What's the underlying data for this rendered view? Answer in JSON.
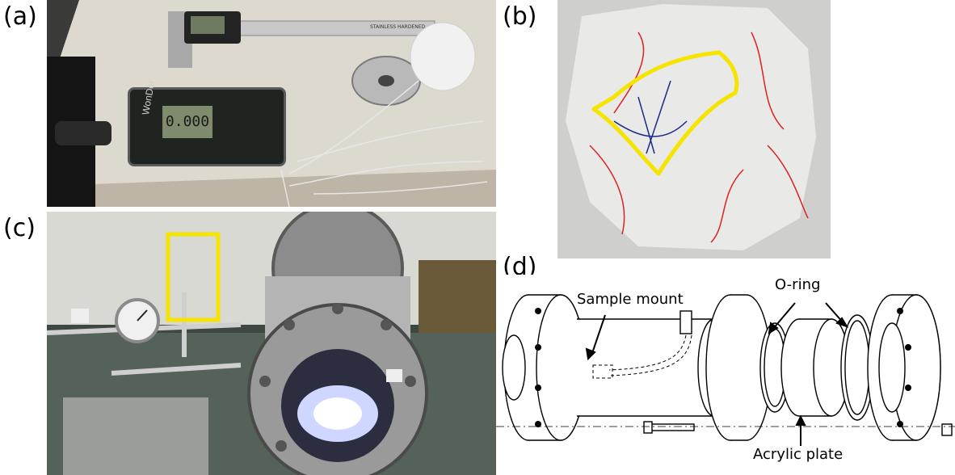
{
  "panels": {
    "a": {
      "label": "(a)",
      "caliper_text": "STAINLESS HARDENED",
      "scale_brand": "WonDer",
      "scale_display": "0.000"
    },
    "b": {
      "label": "(b)"
    },
    "c": {
      "label": "(c)"
    },
    "d": {
      "label": "(d)",
      "callouts": {
        "sample_mount": "Sample mount",
        "o_ring": "O-ring",
        "acrylic_plate": "Acrylic plate"
      }
    }
  },
  "colors": {
    "highlight_yellow": "#f5e400",
    "pencil_red": "#e02020",
    "pen_blue": "#1a2a8a"
  }
}
